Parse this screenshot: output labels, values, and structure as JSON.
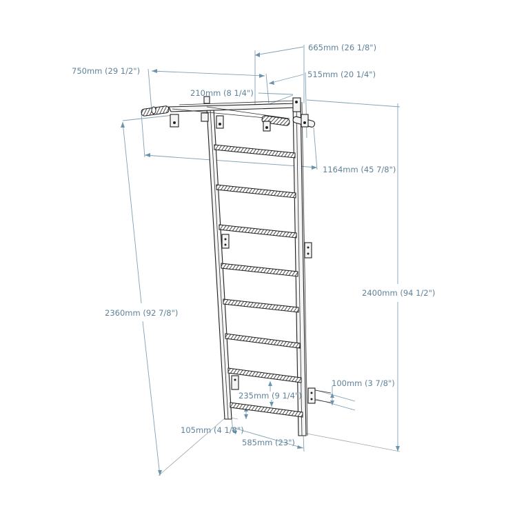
{
  "diagram": {
    "subject": "Wall bars ladder with pull-up bar — dimension drawing",
    "label_color": "#5f8299",
    "line_color": "#7fa0b5",
    "rung_count": 8,
    "dimensions": {
      "top_depth_total": "665mm (26 1/8\")",
      "pullup_bar_length": "750mm (29 1/2\")",
      "top_depth_inner": "515mm (20 1/4\")",
      "grip_spacing": "210mm (8 1/4\")",
      "overall_width": "1164mm (45 7/8\")",
      "overall_height": "2400mm (94 1/2\")",
      "ladder_height": "2360mm (92 7/8\")",
      "wall_standoff": "100mm (3 7/8\")",
      "rung_spacing": "235mm (9 1/4\")",
      "bottom_clearance": "105mm (4 1/8\")",
      "ladder_width": "585mm (23\")"
    }
  }
}
